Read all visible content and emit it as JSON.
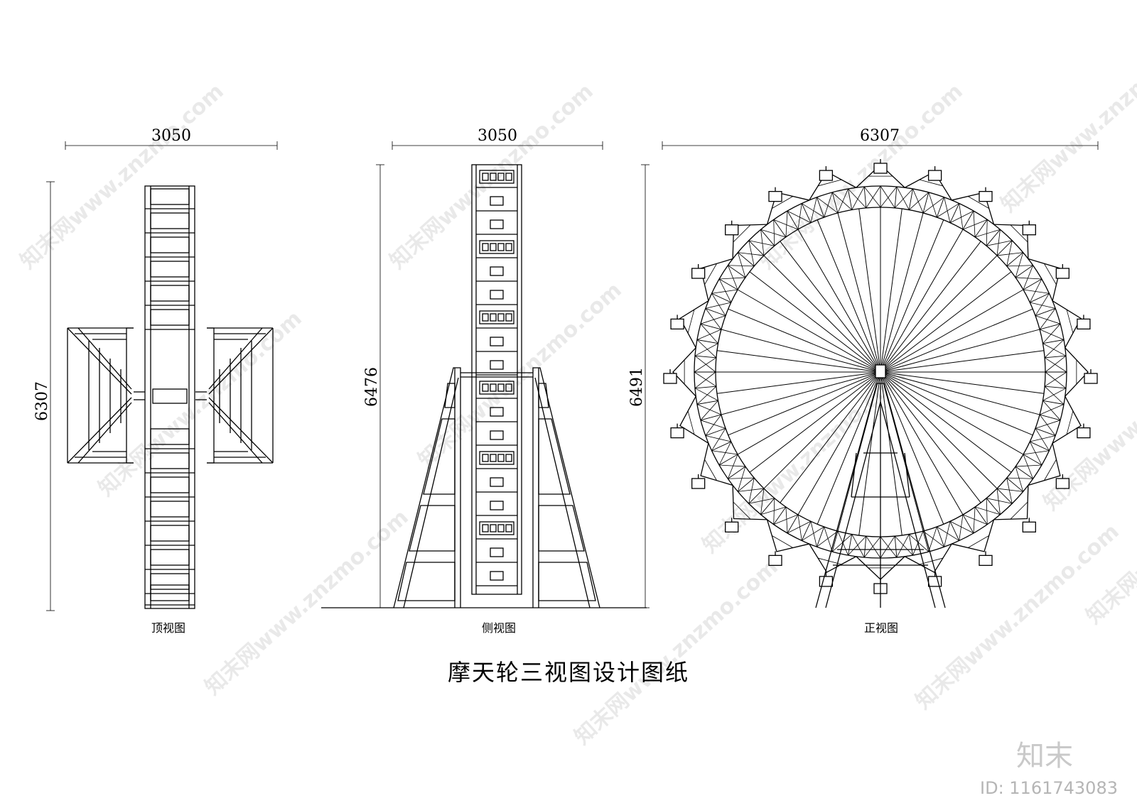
{
  "colors": {
    "line": "#000000",
    "watermark": "#d0d0d0",
    "background": "#ffffff"
  },
  "top_view": {
    "width_dim": "3050",
    "height_dim": "6307",
    "label": "顶视图"
  },
  "side_view": {
    "width_dim": "3050",
    "height_dim": "6476",
    "label": "侧视图"
  },
  "front_view": {
    "width_dim": "6307",
    "height_dim": "6491",
    "label": "正视图"
  },
  "title": "摩天轮三视图设计图纸",
  "brand": {
    "logo": "知末",
    "id": "ID: 1161743083"
  },
  "watermark_text": "知末网www.znzmo.com"
}
